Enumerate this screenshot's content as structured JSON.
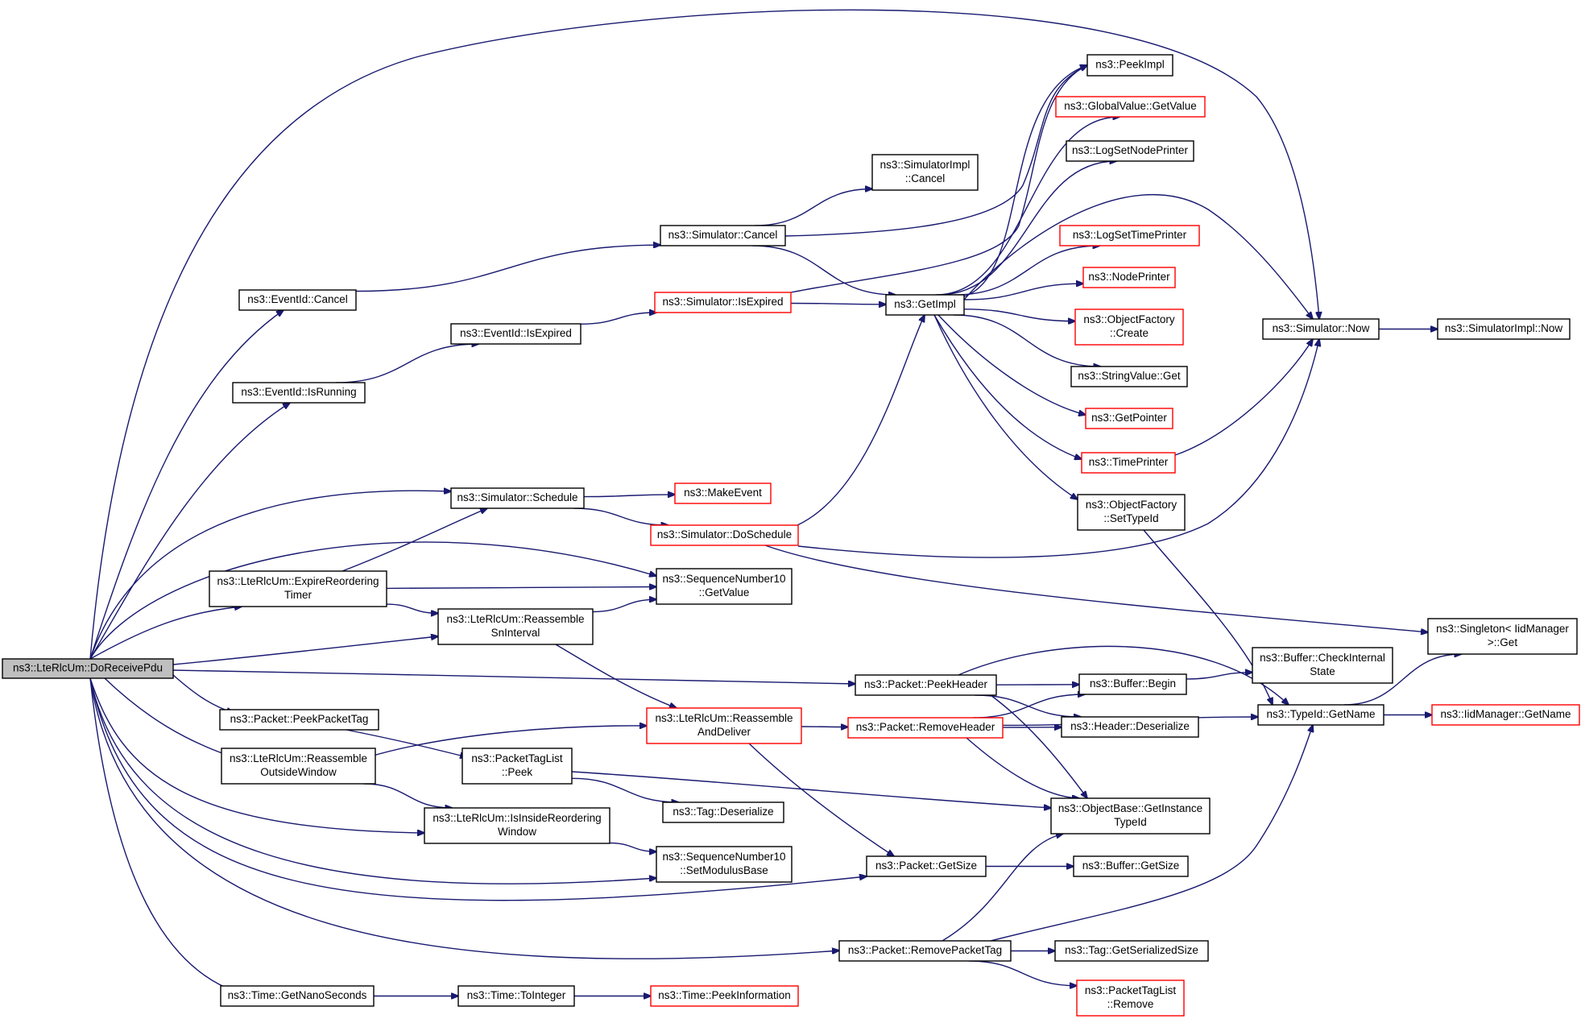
{
  "diagram": {
    "nodes": [
      {
        "id": "root",
        "lines": [
          "ns3::LteRlcUm::DoReceivePdu"
        ],
        "style": "root"
      },
      {
        "id": "eventCancel",
        "lines": [
          "ns3::EventId::Cancel"
        ]
      },
      {
        "id": "eventIsRunning",
        "lines": [
          "ns3::EventId::IsRunning"
        ]
      },
      {
        "id": "eventIsExpired",
        "lines": [
          "ns3::EventId::IsExpired"
        ]
      },
      {
        "id": "simCancel",
        "lines": [
          "ns3::Simulator::Cancel"
        ]
      },
      {
        "id": "simImplCancel",
        "lines": [
          "ns3::SimulatorImpl",
          "::Cancel"
        ]
      },
      {
        "id": "simIsExpired",
        "lines": [
          "ns3::Simulator::IsExpired"
        ],
        "style": "red"
      },
      {
        "id": "getImpl",
        "lines": [
          "ns3::GetImpl"
        ]
      },
      {
        "id": "peekImpl",
        "lines": [
          "ns3::PeekImpl"
        ]
      },
      {
        "id": "globalValue",
        "lines": [
          "ns3::GlobalValue::GetValue"
        ],
        "style": "red"
      },
      {
        "id": "logNode",
        "lines": [
          "ns3::LogSetNodePrinter"
        ]
      },
      {
        "id": "logTime",
        "lines": [
          "ns3::LogSetTimePrinter"
        ],
        "style": "red"
      },
      {
        "id": "nodePrinter",
        "lines": [
          "ns3::NodePrinter"
        ],
        "style": "red"
      },
      {
        "id": "objFactCreate",
        "lines": [
          "ns3::ObjectFactory",
          "::Create"
        ],
        "style": "red"
      },
      {
        "id": "stringValue",
        "lines": [
          "ns3::StringValue::Get"
        ]
      },
      {
        "id": "getPointer",
        "lines": [
          "ns3::GetPointer"
        ],
        "style": "red"
      },
      {
        "id": "timePrinter",
        "lines": [
          "ns3::TimePrinter"
        ],
        "style": "red"
      },
      {
        "id": "setTypeId",
        "lines": [
          "ns3::ObjectFactory",
          "::SetTypeId"
        ]
      },
      {
        "id": "simNow",
        "lines": [
          "ns3::Simulator::Now"
        ]
      },
      {
        "id": "simImplNow",
        "lines": [
          "ns3::SimulatorImpl::Now"
        ]
      },
      {
        "id": "simSchedule",
        "lines": [
          "ns3::Simulator::Schedule"
        ]
      },
      {
        "id": "makeEvent",
        "lines": [
          "ns3::MakeEvent"
        ],
        "style": "red"
      },
      {
        "id": "doSchedule",
        "lines": [
          "ns3::Simulator::DoSchedule"
        ],
        "style": "red"
      },
      {
        "id": "expireTimer",
        "lines": [
          "ns3::LteRlcUm::ExpireReordering",
          "Timer"
        ]
      },
      {
        "id": "seqGetValue",
        "lines": [
          "ns3::SequenceNumber10",
          "::GetValue"
        ]
      },
      {
        "id": "reassembleSn",
        "lines": [
          "ns3::LteRlcUm::Reassemble",
          "SnInterval"
        ]
      },
      {
        "id": "singletonGet",
        "lines": [
          "ns3::Singleton< IidManager",
          ">::Get"
        ]
      },
      {
        "id": "peekHeader",
        "lines": [
          "ns3::Packet::PeekHeader"
        ]
      },
      {
        "id": "bufferCheck",
        "lines": [
          "ns3::Buffer::CheckInternal",
          "State"
        ]
      },
      {
        "id": "bufferBegin",
        "lines": [
          "ns3::Buffer::Begin"
        ]
      },
      {
        "id": "typeIdGetName",
        "lines": [
          "ns3::TypeId::GetName"
        ]
      },
      {
        "id": "iidGetName",
        "lines": [
          "ns3::IidManager::GetName"
        ],
        "style": "red"
      },
      {
        "id": "peekPacketTag",
        "lines": [
          "ns3::Packet::PeekPacketTag"
        ]
      },
      {
        "id": "reassembleDeliver",
        "lines": [
          "ns3::LteRlcUm::Reassemble",
          "AndDeliver"
        ],
        "style": "red"
      },
      {
        "id": "removeHeader",
        "lines": [
          "ns3::Packet::RemoveHeader"
        ],
        "style": "red"
      },
      {
        "id": "headerDeser",
        "lines": [
          "ns3::Header::Deserialize"
        ]
      },
      {
        "id": "reassembleOutside",
        "lines": [
          "ns3::LteRlcUm::Reassemble",
          "OutsideWindow"
        ]
      },
      {
        "id": "tagListPeek",
        "lines": [
          "ns3::PacketTagList",
          "::Peek"
        ]
      },
      {
        "id": "tagDeser",
        "lines": [
          "ns3::Tag::Deserialize"
        ]
      },
      {
        "id": "getInstanceTypeId",
        "lines": [
          "ns3::ObjectBase::GetInstance",
          "TypeId"
        ]
      },
      {
        "id": "isInsideWindow",
        "lines": [
          "ns3::LteRlcUm::IsInsideReordering",
          "Window"
        ]
      },
      {
        "id": "setModulusBase",
        "lines": [
          "ns3::SequenceNumber10",
          "::SetModulusBase"
        ]
      },
      {
        "id": "packetGetSize",
        "lines": [
          "ns3::Packet::GetSize"
        ]
      },
      {
        "id": "bufferGetSize",
        "lines": [
          "ns3::Buffer::GetSize"
        ]
      },
      {
        "id": "removePacketTag",
        "lines": [
          "ns3::Packet::RemovePacketTag"
        ]
      },
      {
        "id": "tagSerSize",
        "lines": [
          "ns3::Tag::GetSerializedSize"
        ]
      },
      {
        "id": "tagListRemove",
        "lines": [
          "ns3::PacketTagList",
          "::Remove"
        ],
        "style": "red"
      },
      {
        "id": "getNanoSeconds",
        "lines": [
          "ns3::Time::GetNanoSeconds"
        ]
      },
      {
        "id": "toInteger",
        "lines": [
          "ns3::Time::ToInteger"
        ]
      },
      {
        "id": "peekInformation",
        "lines": [
          "ns3::Time::PeekInformation"
        ],
        "style": "red"
      }
    ],
    "edges": [
      [
        "root",
        "eventCancel"
      ],
      [
        "root",
        "eventIsRunning"
      ],
      [
        "root",
        "simNow"
      ],
      [
        "root",
        "simSchedule"
      ],
      [
        "root",
        "seqGetValue"
      ],
      [
        "root",
        "expireTimer"
      ],
      [
        "root",
        "reassembleSn"
      ],
      [
        "root",
        "peekHeader"
      ],
      [
        "root",
        "peekPacketTag"
      ],
      [
        "root",
        "reassembleOutside"
      ],
      [
        "root",
        "isInsideWindow"
      ],
      [
        "root",
        "setModulusBase"
      ],
      [
        "root",
        "packetGetSize"
      ],
      [
        "root",
        "removePacketTag"
      ],
      [
        "root",
        "getNanoSeconds"
      ],
      [
        "eventCancel",
        "simCancel"
      ],
      [
        "eventIsRunning",
        "eventIsExpired"
      ],
      [
        "eventIsExpired",
        "simIsExpired"
      ],
      [
        "simCancel",
        "simImplCancel"
      ],
      [
        "simCancel",
        "getImpl"
      ],
      [
        "simCancel",
        "peekImpl"
      ],
      [
        "simIsExpired",
        "getImpl"
      ],
      [
        "simIsExpired",
        "peekImpl"
      ],
      [
        "getImpl",
        "peekImpl"
      ],
      [
        "getImpl",
        "globalValue"
      ],
      [
        "getImpl",
        "logNode"
      ],
      [
        "getImpl",
        "logTime"
      ],
      [
        "getImpl",
        "nodePrinter"
      ],
      [
        "getImpl",
        "objFactCreate"
      ],
      [
        "getImpl",
        "stringValue"
      ],
      [
        "getImpl",
        "getPointer"
      ],
      [
        "getImpl",
        "timePrinter"
      ],
      [
        "getImpl",
        "setTypeId"
      ],
      [
        "getImpl",
        "simNow"
      ],
      [
        "timePrinter",
        "simNow"
      ],
      [
        "setTypeId",
        "typeIdGetName"
      ],
      [
        "simNow",
        "simImplNow"
      ],
      [
        "simSchedule",
        "makeEvent"
      ],
      [
        "simSchedule",
        "doSchedule"
      ],
      [
        "doSchedule",
        "getImpl"
      ],
      [
        "doSchedule",
        "simNow"
      ],
      [
        "doSchedule",
        "singletonGet"
      ],
      [
        "expireTimer",
        "simSchedule"
      ],
      [
        "expireTimer",
        "seqGetValue"
      ],
      [
        "expireTimer",
        "reassembleSn"
      ],
      [
        "reassembleSn",
        "seqGetValue"
      ],
      [
        "reassembleSn",
        "reassembleDeliver"
      ],
      [
        "peekHeader",
        "bufferBegin"
      ],
      [
        "peekHeader",
        "headerDeser"
      ],
      [
        "peekHeader",
        "typeIdGetName"
      ],
      [
        "peekHeader",
        "getInstanceTypeId"
      ],
      [
        "bufferBegin",
        "bufferCheck"
      ],
      [
        "typeIdGetName",
        "singletonGet"
      ],
      [
        "typeIdGetName",
        "iidGetName"
      ],
      [
        "peekPacketTag",
        "tagListPeek"
      ],
      [
        "reassembleOutside",
        "reassembleDeliver"
      ],
      [
        "reassembleOutside",
        "isInsideWindow"
      ],
      [
        "reassembleDeliver",
        "removeHeader"
      ],
      [
        "reassembleDeliver",
        "packetGetSize"
      ],
      [
        "removeHeader",
        "bufferBegin"
      ],
      [
        "removeHeader",
        "headerDeser"
      ],
      [
        "removeHeader",
        "typeIdGetName"
      ],
      [
        "removeHeader",
        "getInstanceTypeId"
      ],
      [
        "tagListPeek",
        "tagDeser"
      ],
      [
        "tagListPeek",
        "getInstanceTypeId"
      ],
      [
        "isInsideWindow",
        "setModulusBase"
      ],
      [
        "packetGetSize",
        "bufferGetSize"
      ],
      [
        "removePacketTag",
        "tagSerSize"
      ],
      [
        "removePacketTag",
        "tagListRemove"
      ],
      [
        "removePacketTag",
        "getInstanceTypeId"
      ],
      [
        "removePacketTag",
        "typeIdGetName"
      ],
      [
        "getNanoSeconds",
        "toInteger"
      ],
      [
        "toInteger",
        "peekInformation"
      ]
    ]
  },
  "colors": {
    "edge": "#191970",
    "node_border": "#000000",
    "node_border_highlight": "#ff0000",
    "root_fill": "#bfbfbf"
  }
}
